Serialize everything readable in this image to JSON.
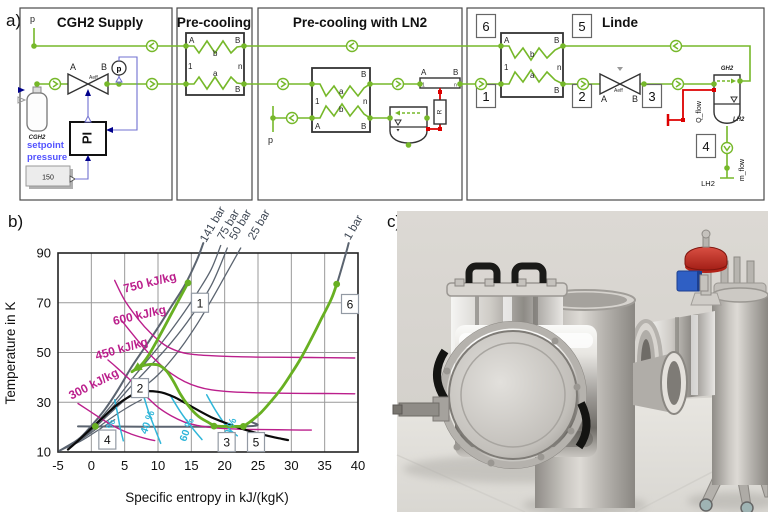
{
  "figure": {
    "panel_a_label": "a)",
    "panel_b_label": "b)",
    "panel_c_label": "c)"
  },
  "colors": {
    "flow_green": "#76b82a",
    "control_blue": "#7070d0",
    "arrow_navy": "#00008b",
    "signal_red": "#dd0000",
    "setpoint_blue": "#5353ff"
  },
  "diagram": {
    "sections": [
      {
        "title": "CGH2 Supply"
      },
      {
        "title": "Pre-cooling"
      },
      {
        "title": "Pre-cooling with LN2"
      },
      {
        "title": "Linde"
      }
    ],
    "cgh2_supply": {
      "top_pressure_label": "p",
      "valve_port_a": "A",
      "valve_port_b": "B",
      "valve_area_label": "Aeff",
      "cylinder_label": "CGH2",
      "gauge_label": "p",
      "controller_label": "PI",
      "setpoint_label_line1": "setpoint",
      "setpoint_label_line2": "pressure",
      "setpoint_value": "150"
    },
    "precooling": {
      "hx_port_a": "A",
      "hx_port_b_top": "B",
      "hx_channel_b": "b",
      "hx_node_1": "1",
      "hx_node_n": "n",
      "hx_channel_a": "a",
      "hx_port_b_bottom": "B"
    },
    "precooling_ln2": {
      "pressure_label": "p",
      "hx_port_b_top": "B",
      "hx_channel_a": "a",
      "hx_node_1": "1",
      "hx_node_n": "n",
      "hx_channel_b": "b",
      "hx_port_a_bottom": "A",
      "hx_port_b_bottom": "B",
      "ln2_hx_port_a": "A",
      "ln2_hx_port_b": "B",
      "ln2_hx_node_1": "1",
      "ln2_hx_node_n": "n",
      "resistor_label": "R"
    },
    "linde": {
      "tag_1": "1",
      "tag_2": "2",
      "tag_3": "3",
      "tag_4": "4",
      "tag_5": "5",
      "tag_6": "6",
      "hx_port_a": "A",
      "hx_port_b_top": "B",
      "hx_channel_b": "b",
      "hx_node_1": "1",
      "hx_node_n": "n",
      "hx_channel_a": "a",
      "hx_port_b_bottom": "B",
      "valve_port_a": "A",
      "valve_port_b": "B",
      "valve_area_label": "Aeff",
      "separator_top_label": "GH2",
      "separator_bottom_label": "LH2",
      "heat_flow_label": "Q_flow",
      "mass_flow_label": "m_flow",
      "outlet_label": "LH2"
    }
  },
  "chart_data": {
    "type": "line",
    "title": "",
    "xlabel": "Specific entropy in kJ/(kgK)",
    "ylabel": "Temperature in K",
    "xlim": [
      -5,
      40
    ],
    "ylim": [
      10,
      90
    ],
    "xticks": [
      -5,
      0,
      5,
      10,
      15,
      20,
      25,
      30,
      35,
      40
    ],
    "yticks": [
      10,
      30,
      50,
      70,
      90
    ],
    "grid": true,
    "legend": "none",
    "colors": {
      "isobar": "#5b6470",
      "isenthalp": "#bb1f8c",
      "quality": "#2fb6d9",
      "dome": "#0a0a0a",
      "process": "#68b022",
      "grid": "#999999",
      "axis": "#222222",
      "state_box": "#939aa4"
    },
    "isobars": [
      {
        "label": "141 bar",
        "width": 2.0,
        "label_pos": [
          17.2,
          94
        ],
        "points": [
          [
            -4.8,
            10.5
          ],
          [
            -2,
            15
          ],
          [
            0,
            20.5
          ],
          [
            2,
            27
          ],
          [
            4,
            35
          ],
          [
            6,
            44
          ],
          [
            8,
            52
          ],
          [
            10,
            60
          ],
          [
            12,
            68.5
          ],
          [
            14,
            77
          ],
          [
            15.8,
            87
          ],
          [
            16.8,
            94
          ]
        ]
      },
      {
        "label": "75 bar",
        "width": 1.3,
        "label_pos": [
          19.8,
          95
        ],
        "points": [
          [
            -4.8,
            10.5
          ],
          [
            -2,
            14.8
          ],
          [
            0,
            19.5
          ],
          [
            2,
            25.5
          ],
          [
            4,
            32
          ],
          [
            6,
            39
          ],
          [
            8,
            45.5
          ],
          [
            10,
            52
          ],
          [
            12,
            59
          ],
          [
            14,
            66.5
          ],
          [
            16,
            74.5
          ],
          [
            18,
            83.5
          ],
          [
            19.4,
            93
          ]
        ]
      },
      {
        "label": "50 bar",
        "width": 1.3,
        "label_pos": [
          21.6,
          95
        ],
        "points": [
          [
            -4.8,
            10.5
          ],
          [
            -2,
            14.6
          ],
          [
            0,
            19
          ],
          [
            2,
            24.5
          ],
          [
            4,
            30.5
          ],
          [
            6,
            36.5
          ],
          [
            9,
            45
          ],
          [
            12,
            54
          ],
          [
            15,
            64.5
          ],
          [
            18,
            77
          ],
          [
            20.4,
            92
          ]
        ]
      },
      {
        "label": "25 bar",
        "width": 1.3,
        "label_pos": [
          24.4,
          95
        ],
        "points": [
          [
            -4.8,
            10.5
          ],
          [
            -2,
            14.4
          ],
          [
            0,
            18.5
          ],
          [
            2,
            23.5
          ],
          [
            4,
            28.5
          ],
          [
            6,
            33
          ],
          [
            8,
            36.5
          ],
          [
            10,
            41
          ],
          [
            12,
            47
          ],
          [
            14,
            54
          ],
          [
            16,
            62
          ],
          [
            18,
            71
          ],
          [
            20,
            80.5
          ],
          [
            22.4,
            92
          ]
        ]
      },
      {
        "label": "1 bar",
        "width": 2.0,
        "label_pos": [
          38.8,
          95
        ],
        "points": [
          [
            -2,
            20.3
          ],
          [
            22.8,
            20.3
          ],
          [
            24,
            22.5
          ],
          [
            25.5,
            26
          ],
          [
            27,
            30.5
          ],
          [
            28.5,
            35.5
          ],
          [
            30,
            41.5
          ],
          [
            31.5,
            48
          ],
          [
            33,
            55.5
          ],
          [
            34.5,
            63.5
          ],
          [
            36,
            71.5
          ],
          [
            37,
            79
          ],
          [
            38.2,
            90
          ],
          [
            38.6,
            94
          ]
        ]
      }
    ],
    "liquid_fan": [
      {
        "points": [
          [
            -4.8,
            10.5
          ],
          [
            -2,
            14.2
          ],
          [
            0,
            17.8
          ],
          [
            2,
            21.8
          ],
          [
            4,
            25.5
          ],
          [
            6,
            28.8
          ],
          [
            7.5,
            31
          ]
        ]
      },
      {
        "points": [
          [
            -4.8,
            10.5
          ],
          [
            -2,
            13.8
          ],
          [
            0,
            17
          ],
          [
            2,
            20.5
          ],
          [
            3.5,
            23
          ]
        ]
      }
    ],
    "isenthalps": [
      {
        "label": "750 kJ/kg",
        "label_pos": [
          5.0,
          74
        ],
        "label_rot": -14,
        "points": [
          [
            3.5,
            79
          ],
          [
            5,
            71
          ],
          [
            7,
            63.5
          ],
          [
            9,
            57.5
          ],
          [
            11,
            53
          ],
          [
            13,
            50.5
          ],
          [
            15,
            49.3
          ],
          [
            18,
            48.7
          ],
          [
            22,
            48.3
          ],
          [
            27,
            48.1
          ],
          [
            33,
            48
          ],
          [
            39.5,
            47.8
          ]
        ]
      },
      {
        "label": "600 kJ/kg",
        "label_pos": [
          3.4,
          61
        ],
        "label_rot": -13,
        "points": [
          [
            4.5,
            63
          ],
          [
            6,
            58
          ],
          [
            8,
            51.5
          ],
          [
            10,
            46
          ],
          [
            12,
            41.5
          ],
          [
            14,
            38.3
          ],
          [
            16,
            36.2
          ],
          [
            18,
            35
          ],
          [
            21,
            34.2
          ],
          [
            25,
            33.8
          ],
          [
            30,
            33.6
          ],
          [
            35,
            33.5
          ],
          [
            39.5,
            33.4
          ]
        ]
      },
      {
        "label": "450 kJ/kg",
        "label_pos": [
          0.8,
          47
        ],
        "label_rot": -16,
        "points": [
          [
            2.5,
            47
          ],
          [
            4,
            43.5
          ],
          [
            6,
            38.5
          ],
          [
            8,
            33
          ],
          [
            10,
            28
          ],
          [
            12,
            24.5
          ],
          [
            14,
            22
          ],
          [
            16,
            20.6
          ],
          [
            18,
            19.8
          ],
          [
            20,
            19.4
          ],
          [
            23,
            19.1
          ],
          [
            26,
            19
          ],
          [
            30,
            18.9
          ],
          [
            33,
            18.8
          ]
        ]
      },
      {
        "label": "300 kJ/kg",
        "label_pos": [
          -3.0,
          31
        ],
        "label_rot": -27,
        "points": [
          [
            -2,
            29.5
          ],
          [
            0,
            26
          ],
          [
            2,
            22.5
          ],
          [
            4,
            19.5
          ],
          [
            6,
            17.2
          ],
          [
            8,
            15.5
          ],
          [
            9.5,
            14.6
          ]
        ]
      }
    ],
    "quality_lines": [
      {
        "label": "20 %",
        "label_pos": [
          3.0,
          18
        ],
        "label_rot": -70,
        "points": [
          [
            3.5,
            31
          ],
          [
            3.9,
            26
          ],
          [
            4.3,
            20
          ],
          [
            4.8,
            14.5
          ]
        ]
      },
      {
        "label": "40 %",
        "label_pos": [
          8.9,
          21.5
        ],
        "label_rot": -70,
        "points": [
          [
            7.8,
            33
          ],
          [
            8.6,
            26
          ],
          [
            9.6,
            19
          ],
          [
            10.4,
            13.5
          ]
        ]
      },
      {
        "label": "60 %",
        "label_pos": [
          14.8,
          18.5
        ],
        "label_rot": -70,
        "points": [
          [
            11.8,
            33
          ],
          [
            13.4,
            26
          ],
          [
            15.2,
            19.5
          ],
          [
            16.6,
            15
          ]
        ]
      },
      {
        "label": "80 %",
        "label_pos": [
          21.2,
          18.5
        ],
        "label_rot": -70,
        "points": [
          [
            17.3,
            33
          ],
          [
            18.8,
            26
          ],
          [
            20.4,
            20
          ],
          [
            21.9,
            16.5
          ]
        ]
      }
    ],
    "saturation_dome": [
      [
        -3.5,
        11
      ],
      [
        -2,
        14.5
      ],
      [
        0,
        19.5
      ],
      [
        2,
        24.5
      ],
      [
        4,
        29.3
      ],
      [
        6,
        32.7
      ],
      [
        7.5,
        34.2
      ],
      [
        8.5,
        34.5
      ],
      [
        10,
        34.2
      ],
      [
        11,
        33.6
      ],
      [
        12.5,
        32
      ],
      [
        14,
        29.8
      ],
      [
        16,
        26.8
      ],
      [
        18,
        24
      ],
      [
        20,
        21.8
      ],
      [
        22,
        19.9
      ],
      [
        24,
        18.2
      ],
      [
        26,
        16.8
      ],
      [
        28,
        15.6
      ],
      [
        29.5,
        14.8
      ]
    ],
    "process_path": {
      "segments": [
        {
          "name": "high-pressure-cooldown",
          "arrow_end": true,
          "points": [
            [
              14.5,
              78
            ],
            [
              13,
              70.5
            ],
            [
              11.5,
              63
            ],
            [
              10,
              55.5
            ],
            [
              8.5,
              48.5
            ],
            [
              7.3,
              44.5
            ],
            [
              6.1,
              42.3
            ]
          ]
        },
        {
          "name": "hx-cooldown-expansion",
          "arrow_end": false,
          "points": [
            [
              6.1,
              42.3
            ],
            [
              7.2,
              44.2
            ],
            [
              8.8,
              45.2
            ],
            [
              10.2,
              44.8
            ],
            [
              11.3,
              42.5
            ],
            [
              12.3,
              38.5
            ],
            [
              13.3,
              33.5
            ],
            [
              14.5,
              28.8
            ],
            [
              16,
              24.5
            ],
            [
              17.5,
              22
            ],
            [
              18.4,
              20.7
            ],
            [
              19.5,
              20.3
            ],
            [
              22.7,
              20.3
            ]
          ]
        },
        {
          "name": "evaporation-heatup",
          "arrow_end": false,
          "points": [
            [
              22.8,
              20.3
            ],
            [
              24,
              22.5
            ],
            [
              25.5,
              26
            ],
            [
              27,
              30.5
            ],
            [
              28.5,
              35.5
            ],
            [
              30,
              41.5
            ],
            [
              31.5,
              48
            ],
            [
              33,
              55.5
            ],
            [
              34.5,
              63.5
            ],
            [
              36,
              71.5
            ],
            [
              36.8,
              77.5
            ]
          ]
        }
      ],
      "dots": [
        [
          14.5,
          78
        ],
        [
          0.6,
          20.3
        ],
        [
          18.4,
          20.4
        ],
        [
          22.8,
          20.3
        ],
        [
          36.8,
          77.5
        ]
      ]
    },
    "state_labels": [
      {
        "text": "1",
        "pos": [
          16.3,
          70
        ]
      },
      {
        "text": "2",
        "pos": [
          7.3,
          35.7
        ]
      },
      {
        "text": "3",
        "pos": [
          20.3,
          14
        ]
      },
      {
        "text": "4",
        "pos": [
          2.4,
          15
        ]
      },
      {
        "text": "5",
        "pos": [
          24.7,
          14
        ]
      },
      {
        "text": "6",
        "pos": [
          38.8,
          69.5
        ]
      }
    ]
  }
}
